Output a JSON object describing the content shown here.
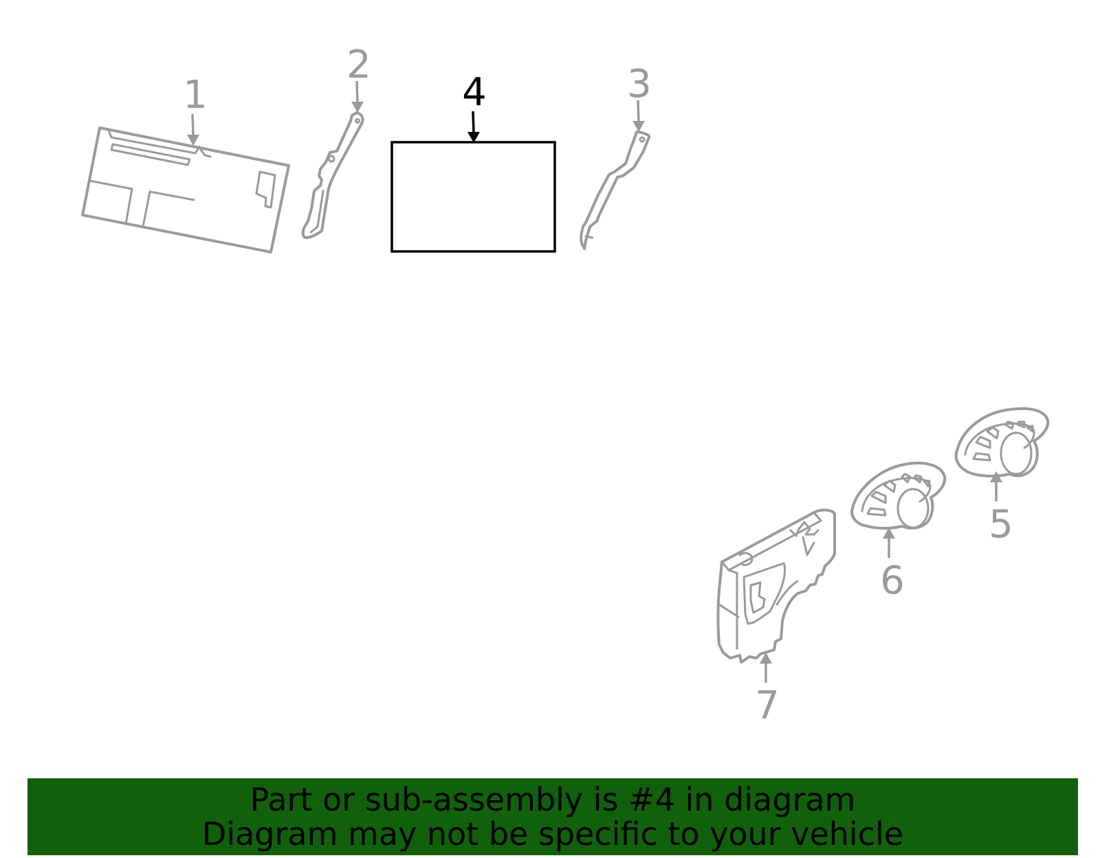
{
  "diagram": {
    "callouts": [
      {
        "number": "1",
        "highlighted": false
      },
      {
        "number": "2",
        "highlighted": false
      },
      {
        "number": "3",
        "highlighted": false
      },
      {
        "number": "4",
        "highlighted": true
      },
      {
        "number": "5",
        "highlighted": false
      },
      {
        "number": "6",
        "highlighted": false
      },
      {
        "number": "7",
        "highlighted": false
      }
    ],
    "colors": {
      "part_line": "#9a9a9a",
      "highlight": "#000000",
      "banner_background": "#11600b",
      "banner_text": "#000000"
    }
  },
  "banner": {
    "line1": "Part or sub-assembly is #4 in diagram",
    "line2": "Diagram may not be specific to your vehicle"
  }
}
